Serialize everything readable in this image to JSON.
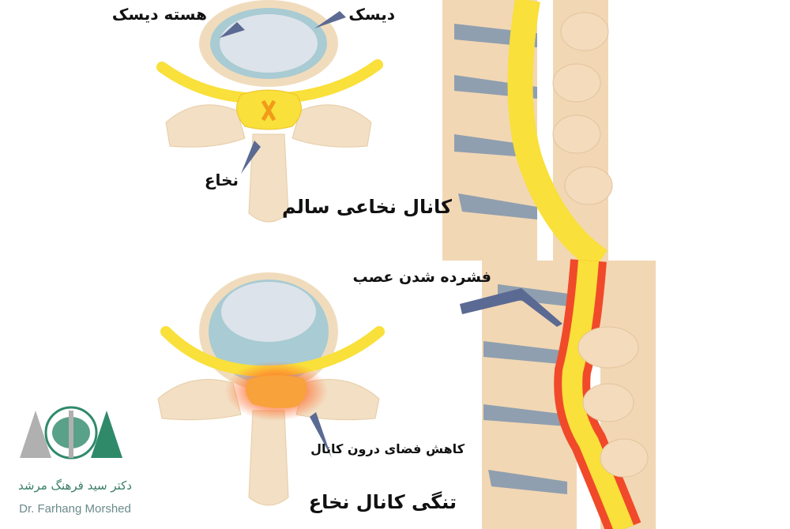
{
  "labels": {
    "healthy_nucleus": "هسته دیسک",
    "healthy_disc": "دیسک",
    "healthy_cord": "نخاع",
    "healthy_title": "کانال نخاعی سالم",
    "nerve_compression": "فشرده شدن عصب",
    "canal_narrowing": "کاهش فضای درون کانال",
    "stenosis_title": "تنگی کانال نخاع"
  },
  "logo": {
    "name_fa": "دکتر سید فرهنگ مرشد",
    "name_en": "Dr. Farhang Morshed"
  },
  "colors": {
    "bone": "#f2d7b4",
    "disc": "#b9d3da",
    "nucleus": "#dde3ea",
    "nerve": "#f9e03a",
    "inflammation": "#f04a2a",
    "pointer": "#5b6a93",
    "logo_green": "#2f8a6a",
    "logo_gray": "#b0b0b0"
  }
}
